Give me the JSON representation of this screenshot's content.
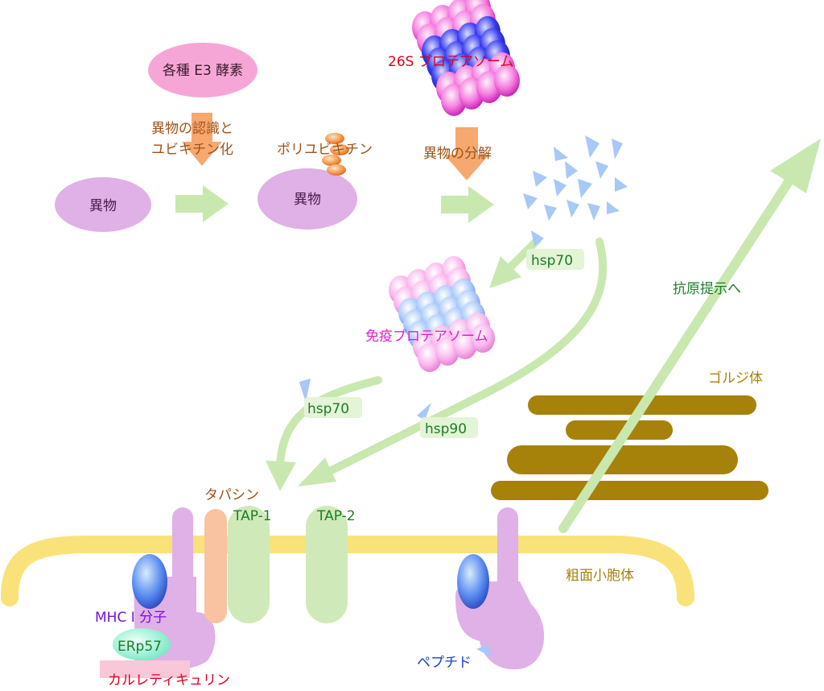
{
  "labels": {
    "e3_enzymes": "各種 E3 酵素",
    "recognition_line1": "異物の認識と",
    "recognition_line2": "ユビキチン化",
    "foreign_1": "異物",
    "polyubiquitin": "ポリユビキチン",
    "foreign_2": "異物",
    "proteasome_26s": "26S プロテアソーム",
    "degradation": "異物の分解",
    "hsp70_top": "hsp70",
    "immunoproteasome": "免疫プロテアソーム",
    "hsp70_left": "hsp70",
    "hsp90": "hsp90",
    "to_antigen_presentation": "抗原提示へ",
    "golgi": "ゴルジ体",
    "tapasin": "タパシン",
    "tap1": "TAP-1",
    "tap2": "TAP-2",
    "rough_er": "粗面小胞体",
    "mhc1": "MHC I 分子",
    "erp57": "ERp57",
    "calreticulin": "カルレティキュリン",
    "peptide": "ペプチド"
  },
  "colors": {
    "arrow_green": "#c9e8b0",
    "arrow_orange": "#f6a86e",
    "membrane_yellow": "#f9e27a",
    "golgi_brown": "#a6820a",
    "foreign_purple": "#dfb1e6",
    "text_brown": "#a0521a",
    "text_red": "#e0001c",
    "text_magenta": "#e020c8",
    "text_green": "#1b7d2a",
    "text_purple": "#7a10d8",
    "text_blue": "#1a40c8"
  }
}
